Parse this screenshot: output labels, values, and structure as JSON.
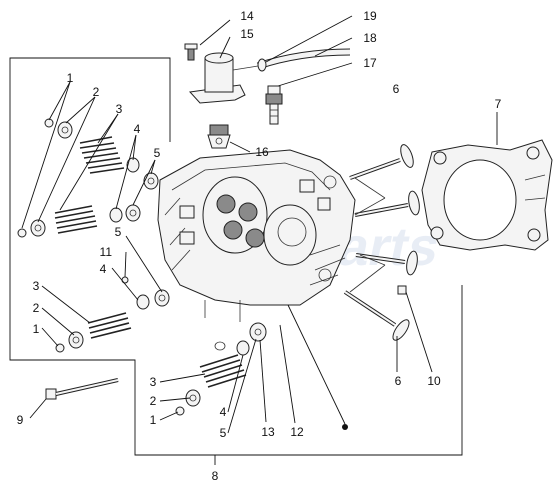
{
  "diagram": {
    "labels": {
      "l1a": "1",
      "l2a": "2",
      "l3a": "3",
      "l4a": "4",
      "l5a": "5",
      "l5b": "5",
      "l11": "11",
      "l4b": "4",
      "l3b": "3",
      "l2b": "2",
      "l1b": "1",
      "l9": "9",
      "l3c": "3",
      "l2c": "2",
      "l1c": "1",
      "l4c": "4",
      "l5c": "5",
      "l13": "13",
      "l12": "12",
      "l8": "8",
      "l14": "14",
      "l15": "15",
      "l19": "19",
      "l18": "18",
      "l17": "17",
      "l6a": "6",
      "l16": "16",
      "l7": "7",
      "l6b": "6",
      "l10": "10"
    },
    "watermark": "Motoparts"
  }
}
